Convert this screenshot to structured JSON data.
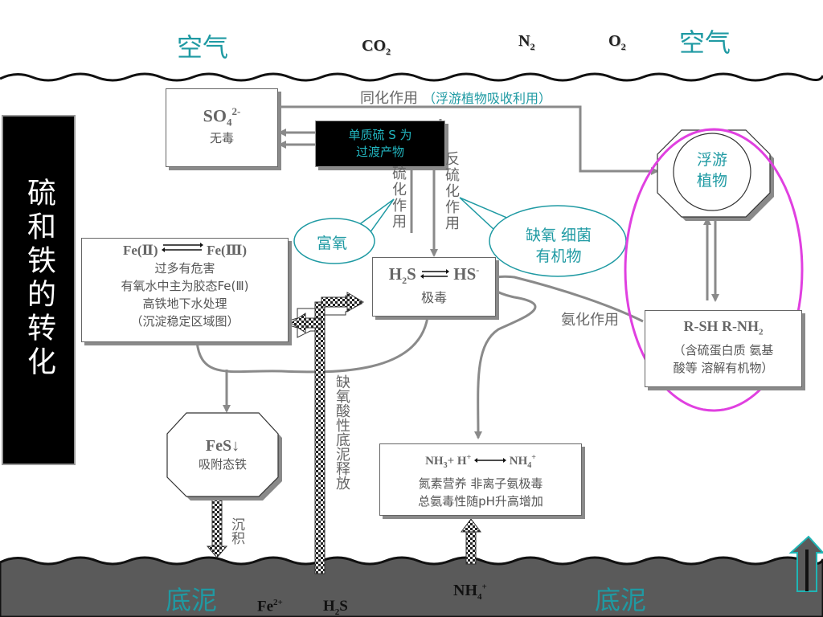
{
  "air_left": "空气",
  "air_right": "空气",
  "gases": {
    "co2": "CO",
    "co2_sub": "2",
    "n2": "N",
    "n2_sub": "2",
    "o2": "O",
    "o2_sub": "2"
  },
  "title_vertical": "硫和铁的转化",
  "assimilation": {
    "label": "同化作用",
    "note": "（浮游植物吸收利用）"
  },
  "so4": {
    "formula": "SO",
    "sub": "4",
    "sup": "2-",
    "desc": "无毒"
  },
  "sulfur": {
    "line1": "单质硫 S 为",
    "line2": "过渡产物"
  },
  "sulfurization": "硫化作用",
  "desulfurization": "反硫化作用",
  "oxygen_rich": "富氧",
  "anoxic": {
    "line1": "缺氧 细菌",
    "line2": "有机物"
  },
  "plankton": {
    "line1": "浮游",
    "line2": "植物"
  },
  "iron": {
    "fe2": "Fe(Ⅱ)",
    "fe3": "Fe(Ⅲ)",
    "l1": "过多有危害",
    "l2": "有氧水中主为胶态Fe(Ⅲ)",
    "l3": "高铁地下水处理",
    "l4": "（沉淀稳定区域图）"
  },
  "h2s": {
    "left": "H",
    "left_sub": "2",
    "left_tail": "S",
    "right": "HS",
    "right_sup": "-",
    "desc": "极毒"
  },
  "ammonification": "氨化作用",
  "organic": {
    "l1": "R-SH  R-NH",
    "l1_sub": "2",
    "l2": "（含硫蛋白质  氨基",
    "l3": "酸等 溶解有机物）"
  },
  "fes": {
    "formula": "FeS↓",
    "desc": "吸附态铁"
  },
  "anoxic_release": "缺氧酸性底泥释放",
  "settle": "沉积",
  "nh3": {
    "l1_a": "NH",
    "l1_a_sub": "3",
    "l1_b": "+ H",
    "l1_b_sup": "+",
    "l1_c": "NH",
    "l1_c_sub": "4",
    "l1_c_sup": "+",
    "l2": "氮素营养   非离子氨极毒",
    "l3": "总氨毒性随pH升高增加"
  },
  "sediment_left": "底泥",
  "sediment_right": "底泥",
  "fe2_bottom": "Fe",
  "fe2_bottom_sup": "2+",
  "h2s_bottom": "H",
  "h2s_bottom_sub": "2",
  "h2s_bottom_tail": "S",
  "nh4_bottom": "NH",
  "nh4_bottom_sub": "4",
  "nh4_bottom_sup": "+",
  "colors": {
    "teal": "#1f9aa3",
    "magenta": "#e040e0",
    "arrow": "#8a8a8a",
    "sediment": "#5a5a5a"
  }
}
